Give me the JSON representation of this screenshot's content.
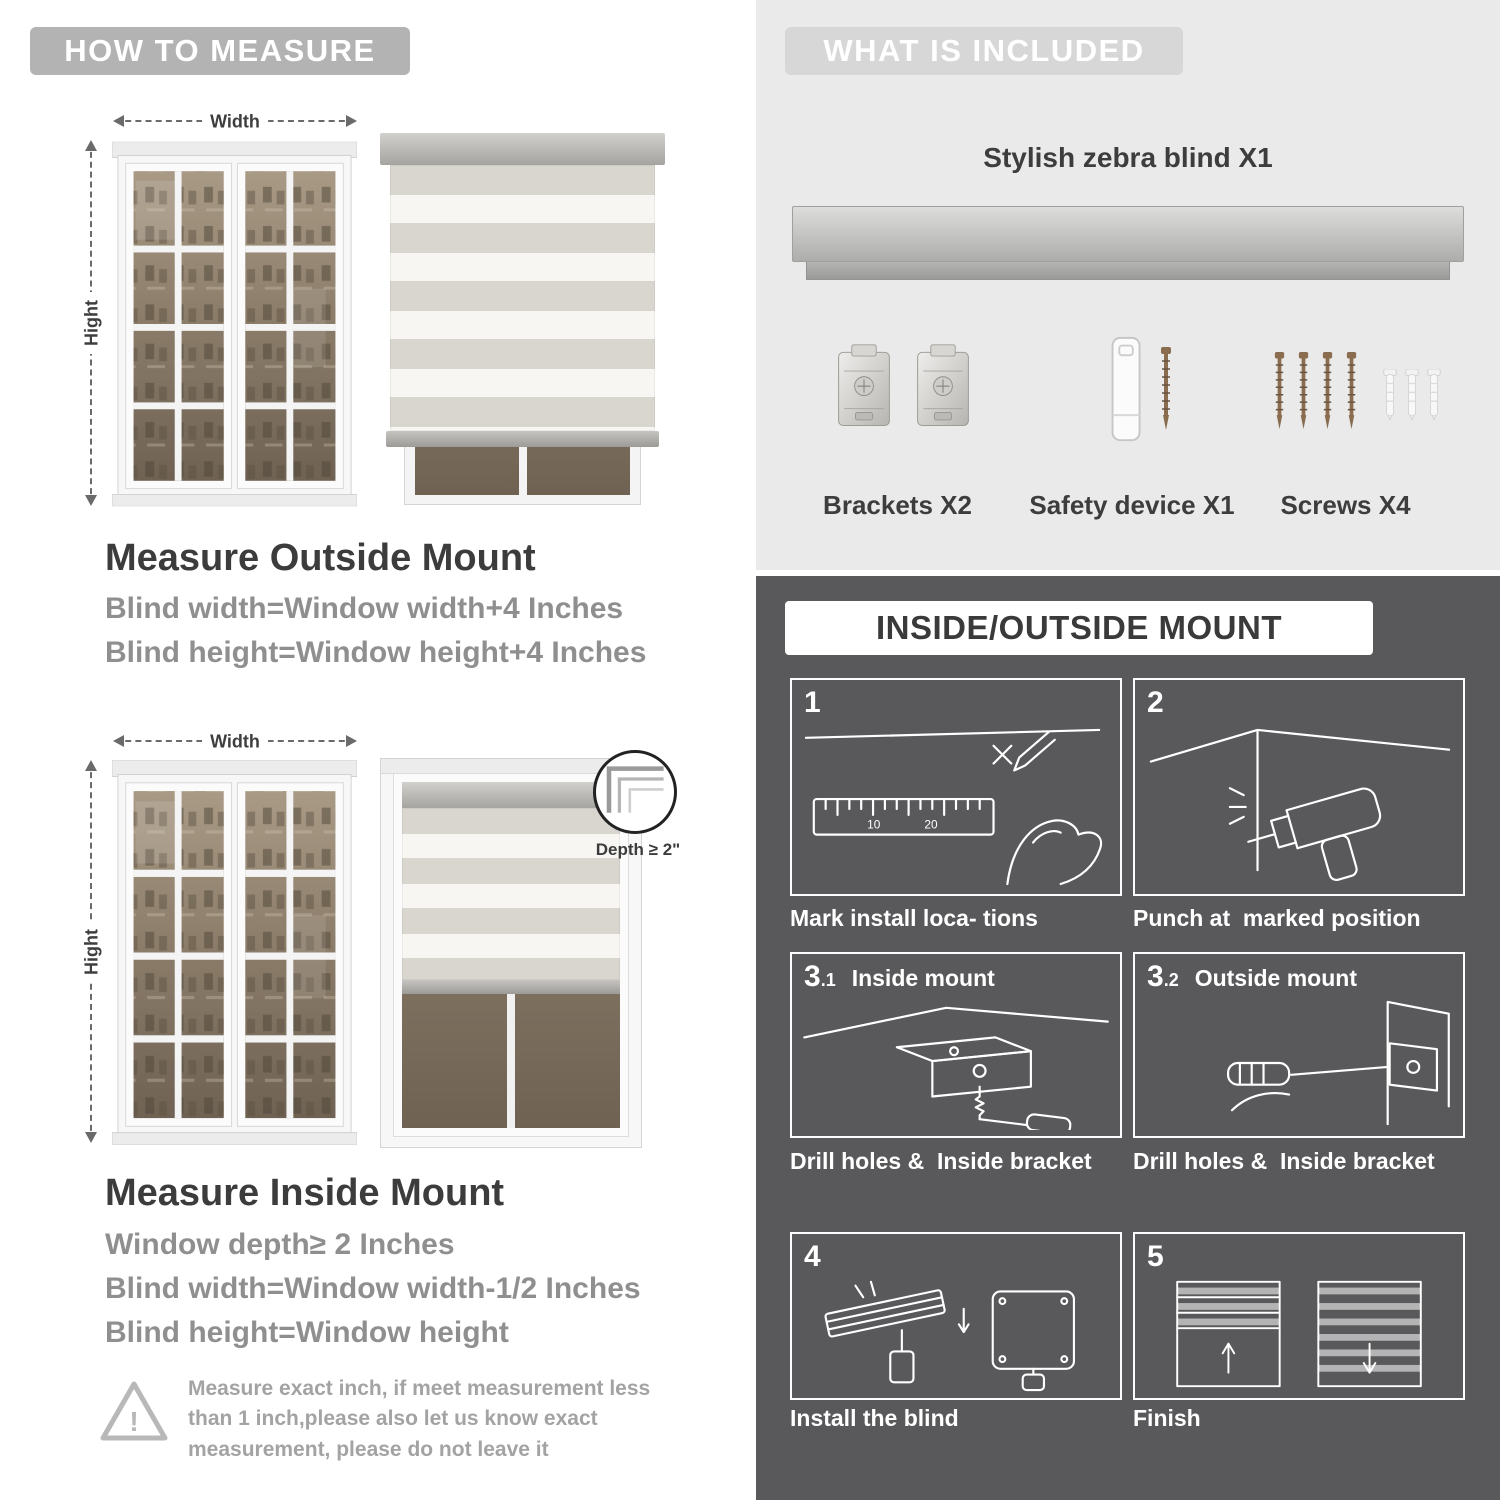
{
  "colors": {
    "header_gray": "#b3b3b3",
    "panel_light": "#eaeaea",
    "panel_dark": "#59595b",
    "text_dark": "#3d3d3d",
    "text_gray": "#8f8f8f"
  },
  "left": {
    "header": "HOW TO MEASURE",
    "outside": {
      "width_label": "Width",
      "height_label": "Hight",
      "heading": "Measure Outside Mount",
      "line1": "Blind width=Window width+4 Inches",
      "line2": "Blind height=Window height+4 Inches"
    },
    "inside": {
      "width_label": "Width",
      "height_label": "Hight",
      "depth_callout": "Depth ≥ 2\"",
      "heading": "Measure Inside Mount",
      "line1": "Window depth≥ 2 Inches",
      "line2": "Blind width=Window width-1/2 Inches",
      "line3": "Blind height=Window height"
    },
    "note": {
      "text": "Measure exact inch, if meet measurement less than 1 inch,please also let us know exact measurement, please do not leave it"
    }
  },
  "included": {
    "header": "WHAT IS INCLUDED",
    "product": "Stylish zebra blind X1",
    "items": [
      {
        "label": "Brackets X2"
      },
      {
        "label": "Safety device X1"
      },
      {
        "label": "Screws X4"
      }
    ]
  },
  "mount": {
    "header": "INSIDE/OUTSIDE MOUNT",
    "steps": [
      {
        "num": "1",
        "caption": "Mark install loca- tions",
        "ruler_num1": "10",
        "ruler_num2": "20"
      },
      {
        "num": "2",
        "caption": "Punch at  marked position"
      },
      {
        "num": "3",
        "sub": ".1",
        "title": "Inside mount",
        "caption": "Drill holes &  Inside bracket"
      },
      {
        "num": "3",
        "sub": ".2",
        "title": "Outside mount",
        "caption": "Drill holes &  Inside bracket"
      },
      {
        "num": "4",
        "caption": "Install the blind"
      },
      {
        "num": "5",
        "caption": "Finish"
      }
    ]
  }
}
